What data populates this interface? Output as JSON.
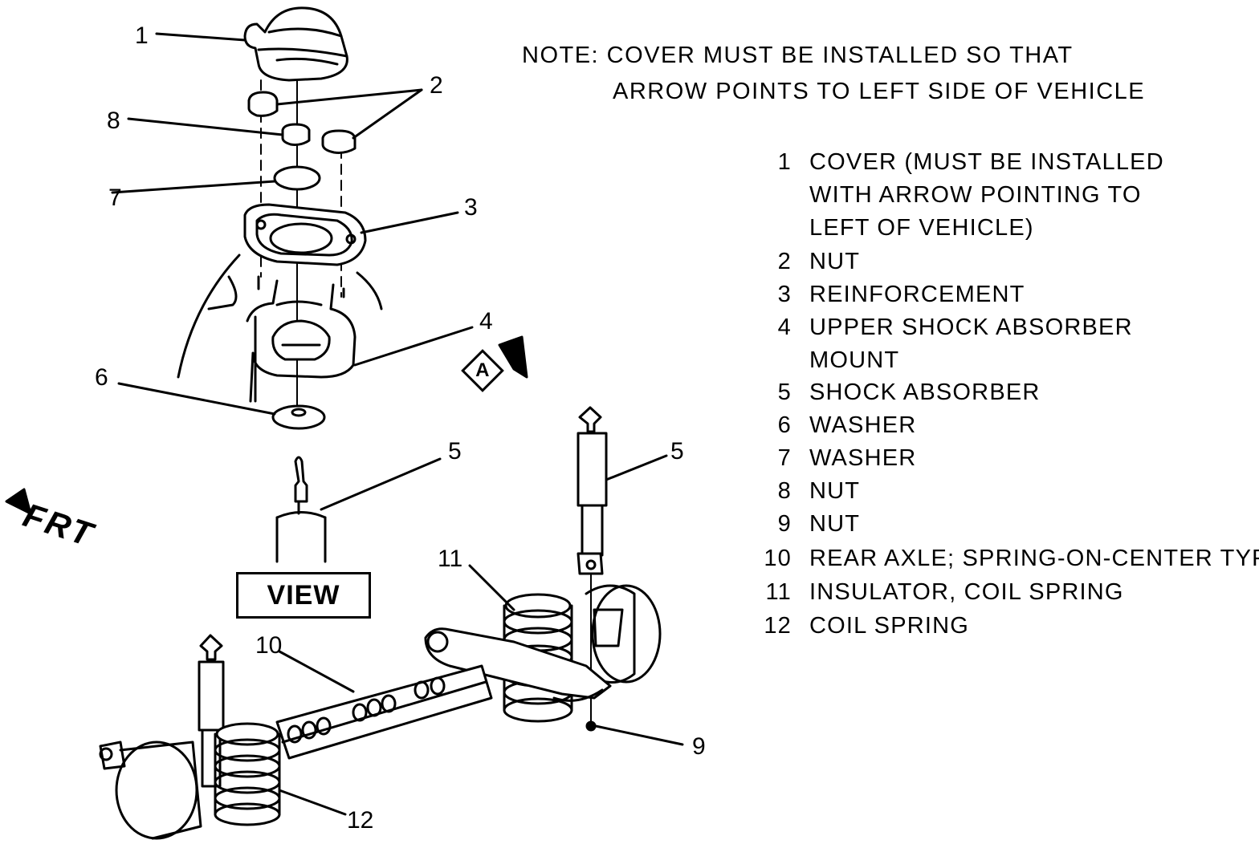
{
  "note": {
    "line1": "NOTE:  COVER MUST BE INSTALLED SO THAT",
    "line2": "ARROW POINTS TO LEFT SIDE OF VEHICLE"
  },
  "legend": [
    {
      "num": "1",
      "text": "COVER (MUST BE INSTALLED",
      "cont": [
        "WITH ARROW POINTING TO",
        "LEFT OF VEHICLE)"
      ]
    },
    {
      "num": "2",
      "text": "NUT",
      "cont": []
    },
    {
      "num": "3",
      "text": "REINFORCEMENT",
      "cont": []
    },
    {
      "num": "4",
      "text": "UPPER SHOCK ABSORBER",
      "cont": [
        "MOUNT"
      ]
    },
    {
      "num": "5",
      "text": "SHOCK ABSORBER",
      "cont": []
    },
    {
      "num": "6",
      "text": "WASHER",
      "cont": []
    },
    {
      "num": "7",
      "text": "WASHER",
      "cont": []
    },
    {
      "num": "8",
      "text": "NUT",
      "cont": []
    },
    {
      "num": "9",
      "text": "NUT",
      "cont": []
    },
    {
      "num": "10",
      "text": "REAR AXLE; SPRING-ON-CENTER TYPE",
      "cont": []
    },
    {
      "num": "11",
      "text": "INSULATOR, COIL SPRING",
      "cont": []
    },
    {
      "num": "12",
      "text": "COIL SPRING",
      "cont": []
    }
  ],
  "callouts": {
    "c1": "1",
    "c2": "2",
    "c3": "3",
    "c4": "4",
    "c5a": "5",
    "c5b": "5",
    "c6": "6",
    "c7": "7",
    "c8": "8",
    "c9": "9",
    "c10": "10",
    "c11": "11",
    "c12": "12"
  },
  "labels": {
    "view": "VIEW",
    "detail_a": "A",
    "front": "FRT"
  }
}
